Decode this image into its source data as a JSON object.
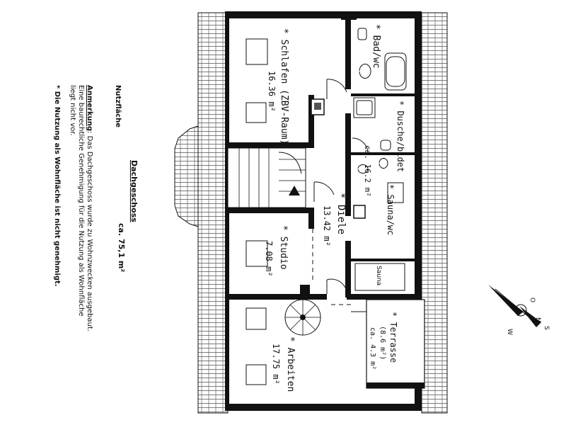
{
  "header": {
    "title": "Dachgeschoss",
    "area": "ca. 75,1 m²",
    "subtitle": "Nutzfläche"
  },
  "notes": {
    "remark_label": "Anmerkung",
    "remark_text": ": Das Dachgeschoss wurde zu Wohnzwecken ausgebaut.",
    "line2": "Eine baurechtliche Genehmigung für die Nutzung als Wohnfläche",
    "line3": "liegt nicht vor.",
    "line4": "* Die Nutzung als Wohnfläche ist nicht genehmigt."
  },
  "rooms": [
    {
      "id": "schlafen",
      "name": "* Schlafen (ZBV-Raum)",
      "area": "16.36 m²"
    },
    {
      "id": "bad",
      "name": "* Bad/wc"
    },
    {
      "id": "dusche",
      "name": "* Dusche/bidet",
      "area": "ca. 16.2 m²"
    },
    {
      "id": "sauna",
      "name": "* Sauna/wc"
    },
    {
      "id": "sauna_cabin",
      "name": "Sauna"
    },
    {
      "id": "diele",
      "name": "* Diele",
      "area": "13.42 m²"
    },
    {
      "id": "studio",
      "name": "* Studio",
      "area": "7.08 m²"
    },
    {
      "id": "arbeiten",
      "name": "* Arbeiten",
      "area": "17.75 m²"
    },
    {
      "id": "terrasse",
      "name": "* Terrasse",
      "area": "(8.6 m²)",
      "area_alt": "ca. 4.3 m²"
    }
  ],
  "compass": {
    "n": "N",
    "o": "O",
    "s": "S",
    "w": "W"
  },
  "colors": {
    "line": "#111111",
    "hatch": "#444444",
    "paper": "#ffffff"
  }
}
